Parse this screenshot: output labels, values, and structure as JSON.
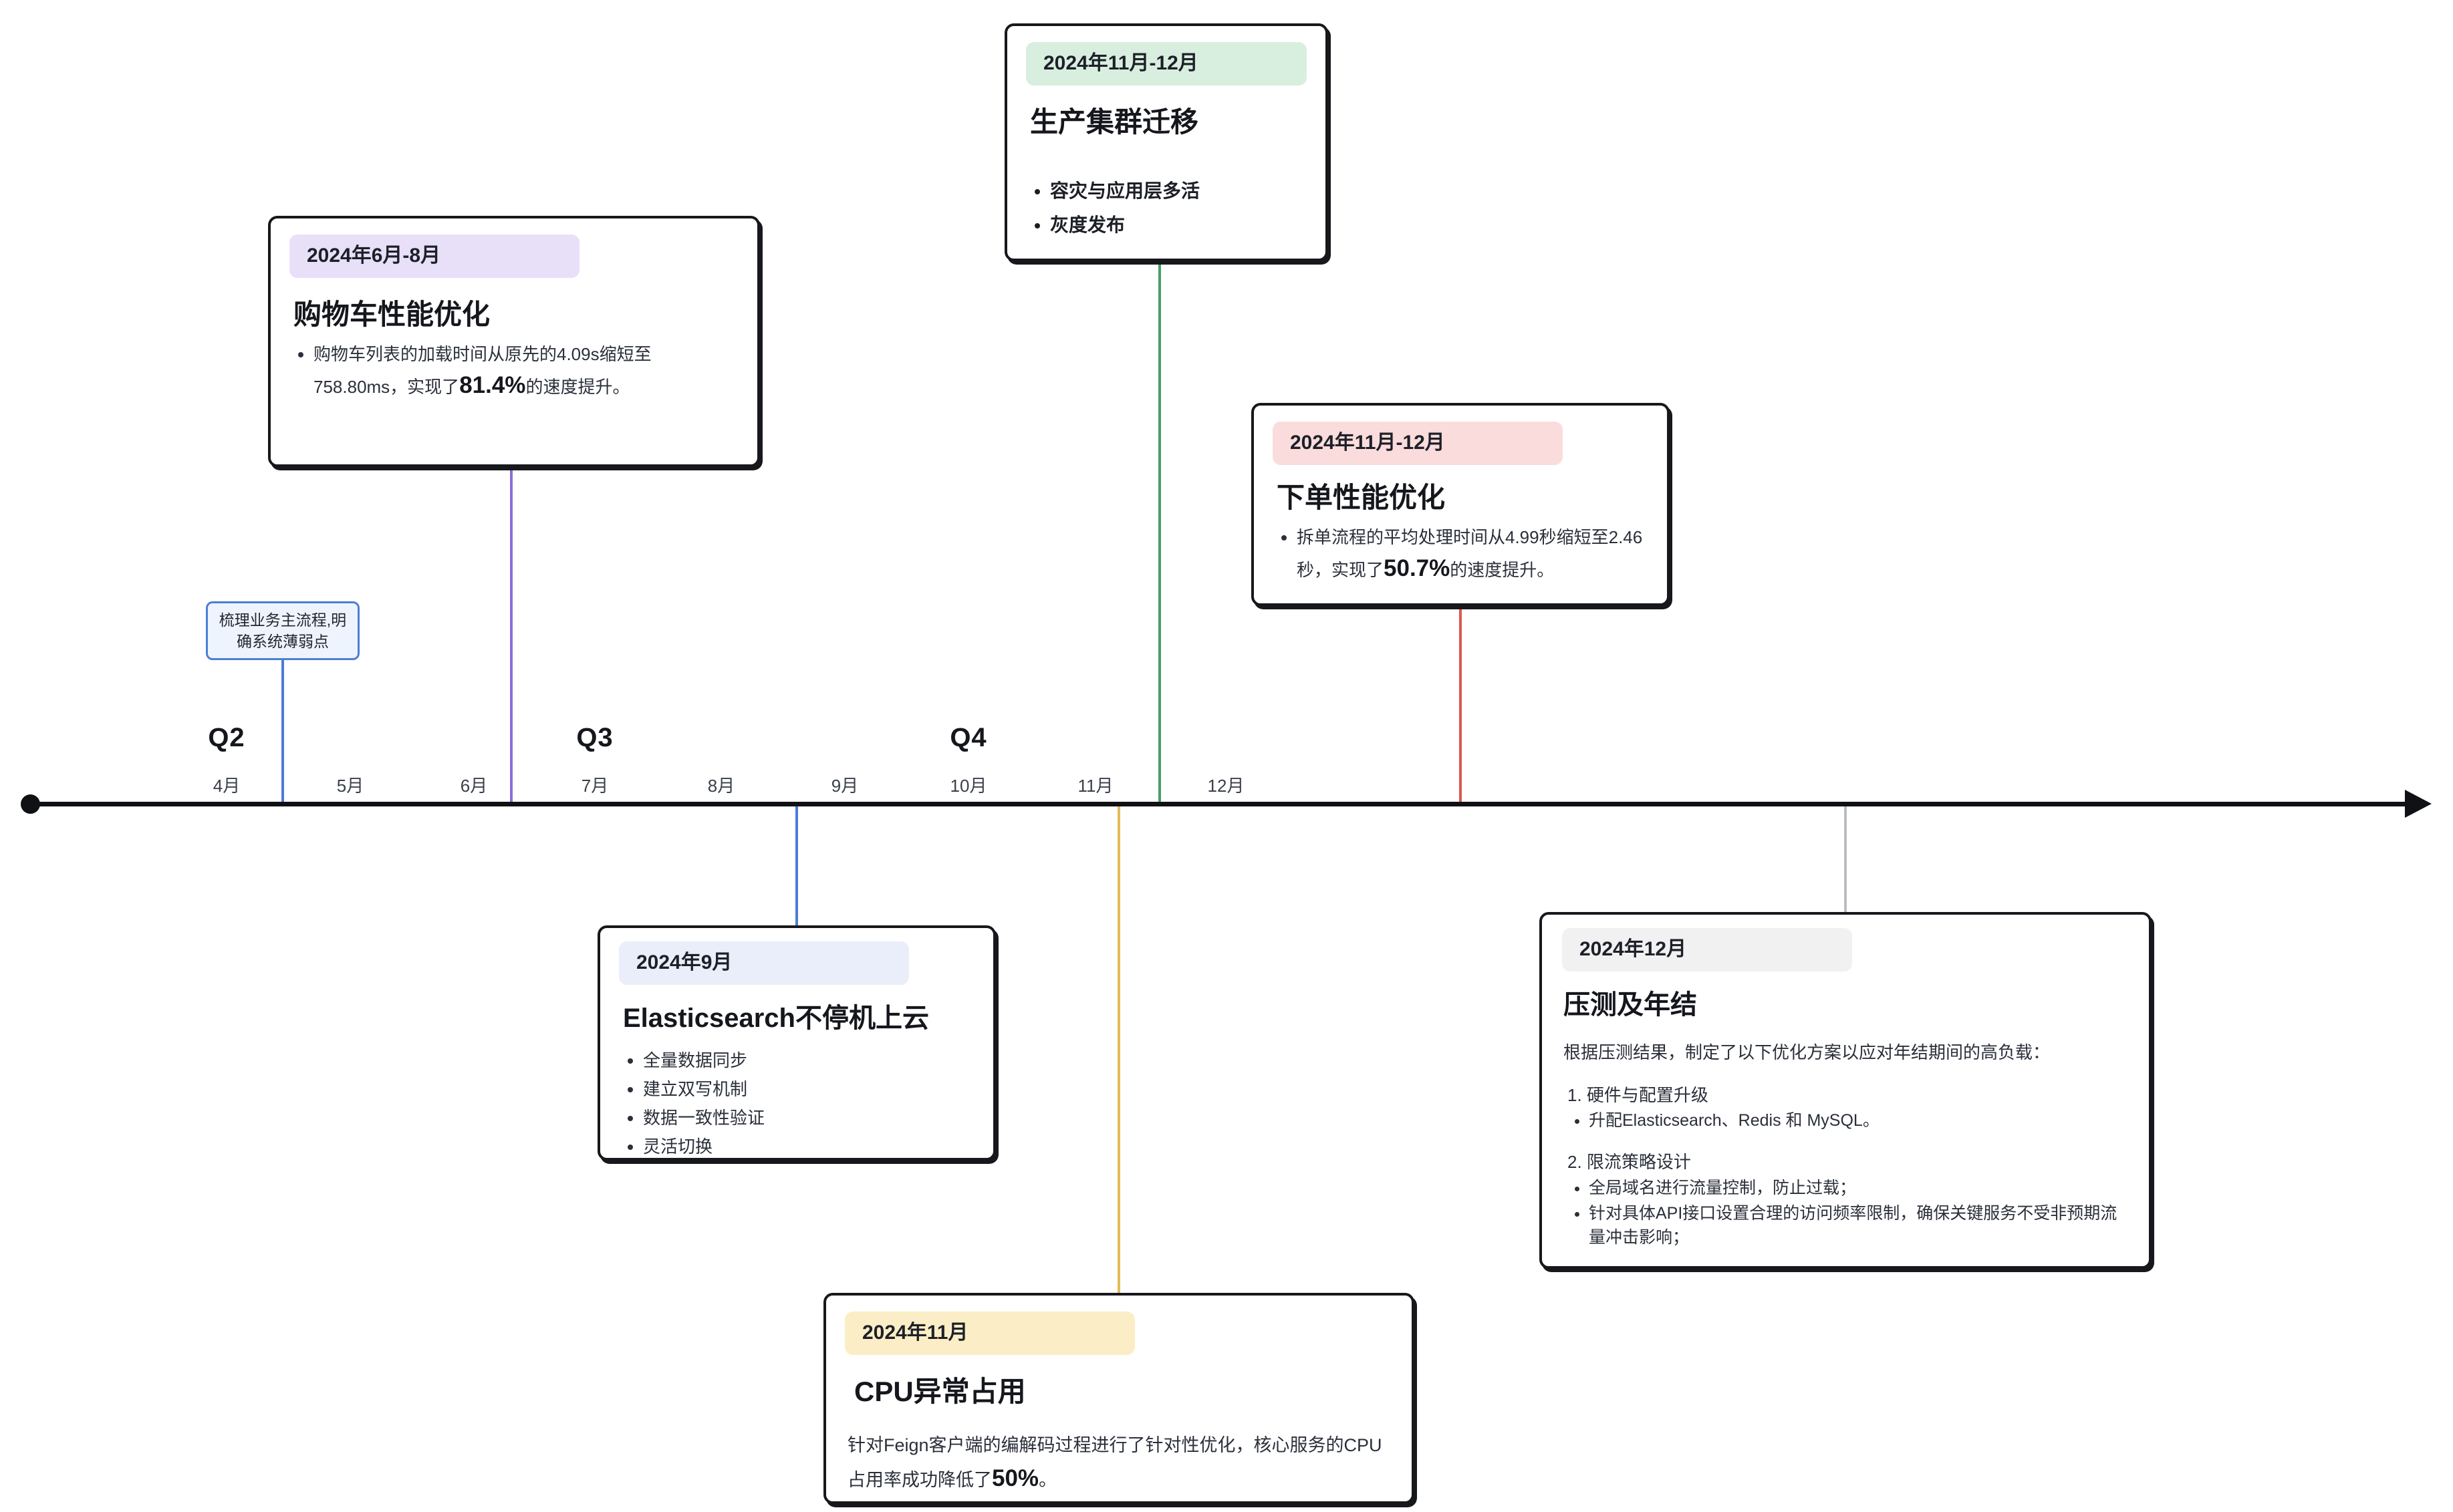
{
  "timeline": {
    "axis_color": "#101114",
    "quarters": [
      {
        "label": "Q2"
      },
      {
        "label": "Q3"
      },
      {
        "label": "Q4"
      }
    ],
    "months": [
      {
        "label": "4月"
      },
      {
        "label": "5月"
      },
      {
        "label": "6月"
      },
      {
        "label": "7月"
      },
      {
        "label": "8月"
      },
      {
        "label": "9月"
      },
      {
        "label": "10月"
      },
      {
        "label": "11月"
      },
      {
        "label": "12月"
      }
    ]
  },
  "note_box": {
    "text": "梳理业务主流程,明确系统薄弱点",
    "border_color": "#4c7fd2",
    "fill_color": "#eef4fe",
    "connector_color": "#4e7ad9"
  },
  "events": {
    "cart": {
      "badge": "2024年6月-8月",
      "badge_color": "#e7e0f8",
      "connector_color": "#8a6fd6",
      "title": "购物车性能优化",
      "bullet_pre": "购物车列表的加载时间从原先的4.09s缩短至758.80ms，实现了",
      "bullet_strong": "81.4%",
      "bullet_post": "的速度提升。"
    },
    "cluster": {
      "badge": "2024年11月-12月",
      "badge_color": "#d8efdf",
      "connector_color": "#46a065",
      "title": "生产集群迁移",
      "bullets": [
        "容灾与应用层多活",
        "灰度发布"
      ]
    },
    "order": {
      "badge": "2024年11月-12月",
      "badge_color": "#fbdcdc",
      "connector_color": "#dd5752",
      "title": "下单性能优化",
      "bullet_pre": "拆单流程的平均处理时间从4.99秒缩短至2.46秒，实现了",
      "bullet_strong": "50.7%",
      "bullet_post": "的速度提升。"
    },
    "es": {
      "badge": "2024年9月",
      "badge_color": "#e9eefa",
      "connector_color": "#4e7ad9",
      "title": "Elasticsearch不停机上云",
      "bullets": [
        "全量数据同步",
        "建立双写机制",
        "数据一致性验证",
        "灵活切换"
      ]
    },
    "cpu": {
      "badge": "2024年11月",
      "badge_color": "#fbeec6",
      "connector_color": "#e2ba58",
      "title": "CPU异常占用",
      "body_pre": "针对Feign客户端的编解码过程进行了针对性优化，核心服务的CPU占用率成功降低了",
      "body_strong": "50%",
      "body_post": "。"
    },
    "yearend": {
      "badge": "2024年12月",
      "badge_color": "#f1f1f2",
      "connector_color": "#b9bdc2",
      "title": "压测及年结",
      "intro": "根据压测结果，制定了以下优化方案以应对年结期间的高负载：",
      "sections": [
        {
          "heading": "1. 硬件与配置升级",
          "bullets": [
            "升配Elasticsearch、Redis 和 MySQL。"
          ]
        },
        {
          "heading": "2. 限流策略设计",
          "bullets": [
            "全局域名进行流量控制，防止过载；",
            "针对具体API接口设置合理的访问频率限制，确保关键服务不受非预期流量冲击影响；"
          ]
        }
      ]
    }
  }
}
